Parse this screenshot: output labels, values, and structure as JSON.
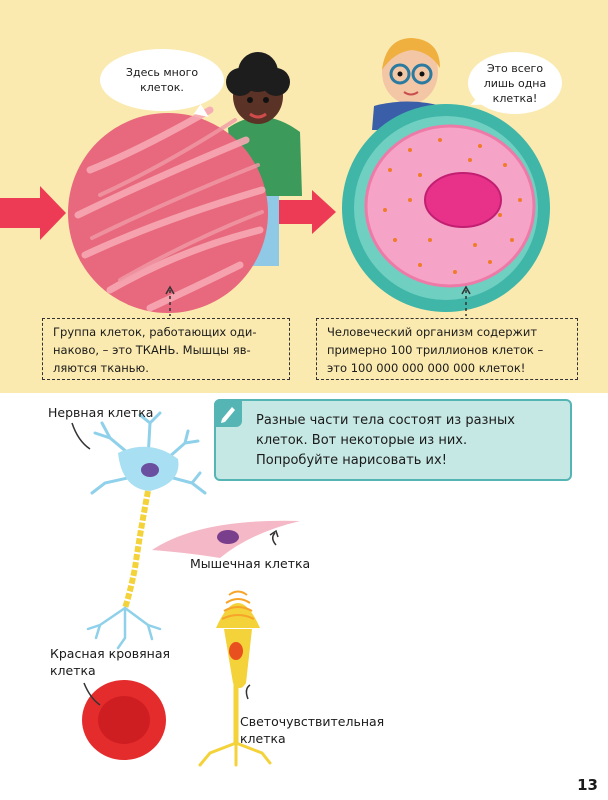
{
  "speech": {
    "left": "Здесь много\nклеток.",
    "right": "Это всего\nлишь одна\nклетка!"
  },
  "info": {
    "left": "Группа клеток, работающих оди-\nнаково, – это ТКАНЬ. Мышцы яв-\nляются тканью.",
    "right": "Человеческий организм содержит\nпримерно 100 триллионов клеток –\nэто 100 000 000 000 000 клеток!"
  },
  "task": "Разные части тела состоят из разных\nклеток. Вот некоторые из них.\nПопробуйте нарисовать их!",
  "labels": {
    "nerve": "Нервная клетка",
    "muscle": "Мышечная клетка",
    "red_blood": "Красная кровяная\nклетка",
    "photoreceptor": "Светочувствительная\nклетка"
  },
  "page_number": "13",
  "colors": {
    "background": "#fbeab0",
    "arrow": "#ee3b55",
    "tissue": "#e8687d",
    "cell_outer": "#3fb6a8",
    "cell_inner": "#f5a3c7",
    "nucleus": "#e8328a",
    "task_fill": "#c6e8e4",
    "task_border": "#55b5b4"
  }
}
